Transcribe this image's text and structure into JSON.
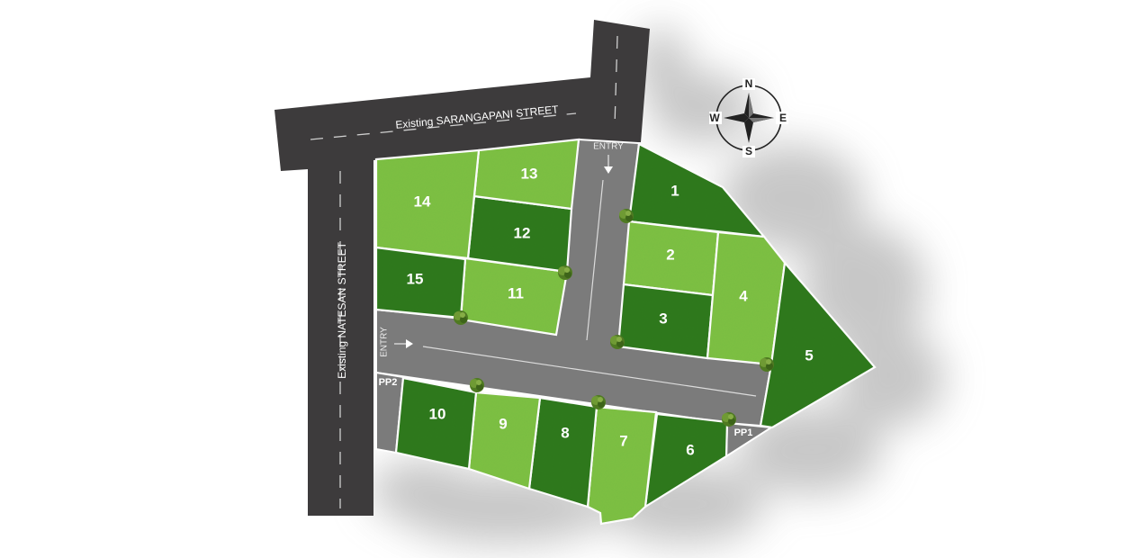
{
  "streets": {
    "north": "Existing SARANGAPANI STREET",
    "west": "Existing NATESAN STREET"
  },
  "entries": {
    "north": "ENTRY",
    "west": "ENTRY"
  },
  "compass": {
    "n": "N",
    "e": "E",
    "s": "S",
    "w": "W"
  },
  "plots": [
    {
      "id": "1",
      "shade": "dark"
    },
    {
      "id": "2",
      "shade": "light"
    },
    {
      "id": "3",
      "shade": "dark"
    },
    {
      "id": "4",
      "shade": "light"
    },
    {
      "id": "5",
      "shade": "dark"
    },
    {
      "id": "6",
      "shade": "dark"
    },
    {
      "id": "7",
      "shade": "light"
    },
    {
      "id": "8",
      "shade": "dark"
    },
    {
      "id": "9",
      "shade": "light"
    },
    {
      "id": "10",
      "shade": "dark"
    },
    {
      "id": "11",
      "shade": "light"
    },
    {
      "id": "12",
      "shade": "dark"
    },
    {
      "id": "13",
      "shade": "light"
    },
    {
      "id": "14",
      "shade": "light"
    },
    {
      "id": "15",
      "shade": "dark"
    }
  ],
  "public_plots": [
    {
      "id": "PP1"
    },
    {
      "id": "PP2"
    }
  ],
  "colors": {
    "light": "#7dc143",
    "dark": "#2e7a1e",
    "road": "#7b7b7b",
    "street": "#3d3b3c",
    "tree": "#5e8a2a"
  }
}
